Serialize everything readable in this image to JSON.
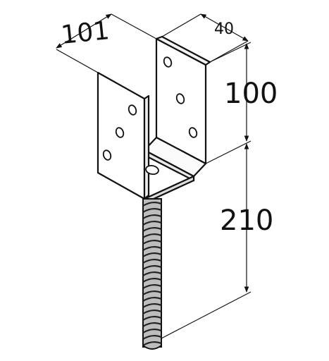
{
  "dimensions": {
    "width_label": "101",
    "depth_label": "40",
    "height_label": "100",
    "spike_label": "210"
  },
  "colors": {
    "line": "#111111",
    "fill": "#ffffff",
    "thread": "#555555"
  }
}
